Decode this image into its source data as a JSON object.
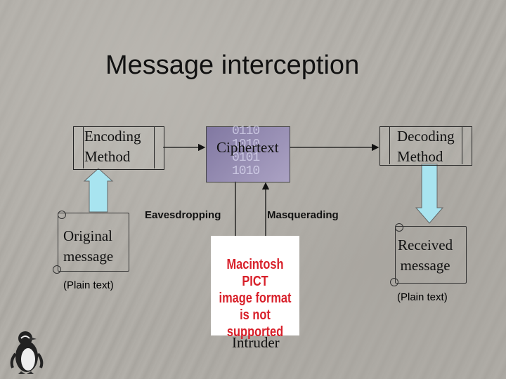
{
  "title": "Message interception",
  "encoding": {
    "line1": "Encoding",
    "line2": "Method"
  },
  "decoding": {
    "line1": "Decoding",
    "line2": "Method"
  },
  "ciphertext": {
    "label": "Ciphertext",
    "digits": "0110\n1010\n0101\n1010"
  },
  "original": {
    "line1": "Original",
    "line2": "message",
    "note": "(Plain text)"
  },
  "received": {
    "line1": "Received",
    "line2": "message",
    "note": "(Plain text)"
  },
  "eavesdropping": "Eavesdropping",
  "masquerading": "Masquerading",
  "intruder": "Intruder",
  "pict_placeholder": {
    "line1": "Macintosh PICT",
    "line2": "image format",
    "line3": "is not supported"
  },
  "colors": {
    "arrow_fill": "#a8e4f0",
    "pict_text": "#d8202a"
  }
}
